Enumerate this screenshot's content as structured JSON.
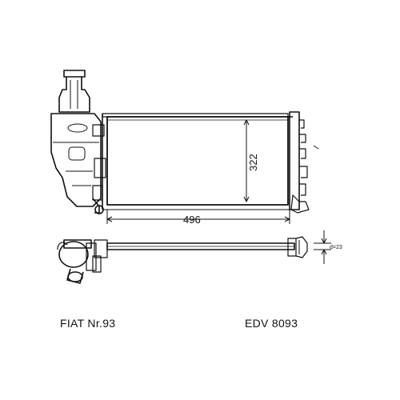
{
  "diagram": {
    "dimensions": {
      "width": "496",
      "height": "322",
      "thickness": "d=23"
    }
  },
  "labels": {
    "model": "FIAT Nr.93",
    "code": "EDV 8093"
  },
  "colors": {
    "line": "#111111",
    "background": "#ffffff"
  }
}
